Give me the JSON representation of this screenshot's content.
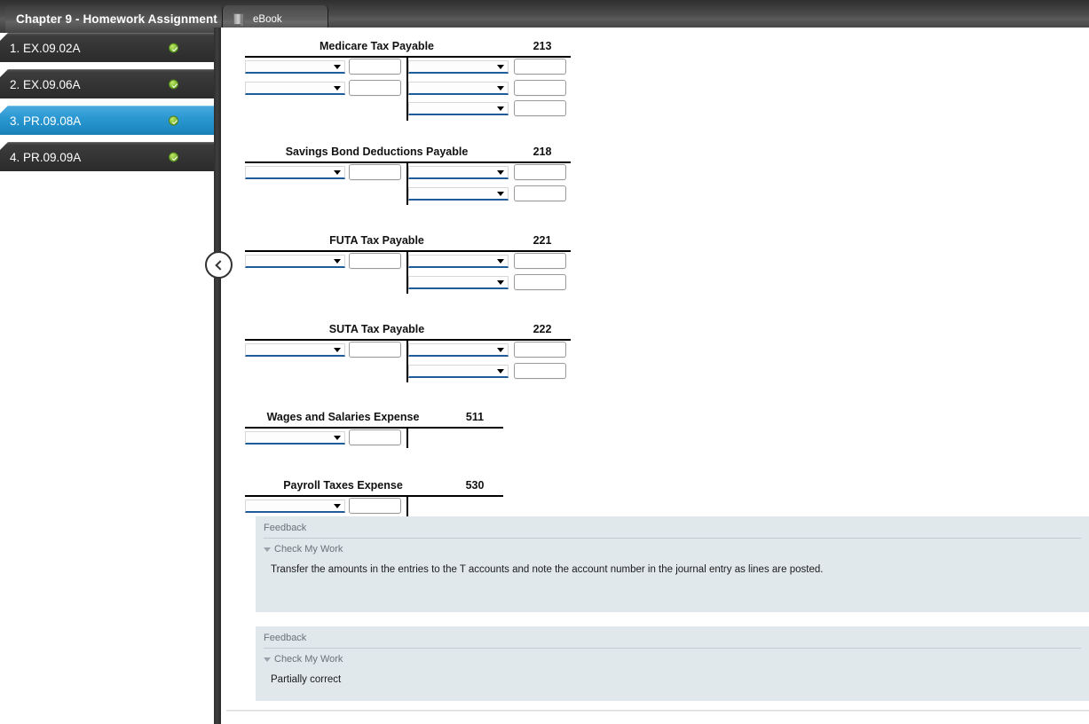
{
  "header": {
    "title": "Chapter 9 - Homework Assignment :",
    "ebook_tab": "eBook",
    "book_icon": "book-icon"
  },
  "sidebar": {
    "items": [
      {
        "label": "1. EX.09.02A",
        "status": "complete",
        "active": false
      },
      {
        "label": "2. EX.09.06A",
        "status": "complete",
        "active": false
      },
      {
        "label": "3. PR.09.08A",
        "status": "complete",
        "active": true
      },
      {
        "label": "4. PR.09.09A",
        "status": "complete",
        "active": false
      }
    ],
    "collapse_icon": "chevron-left-icon"
  },
  "accounts": [
    {
      "title": "Medicare Tax Payable",
      "number": "213",
      "left_rows": 2,
      "right_rows": 3
    },
    {
      "title": "Savings Bond Deductions Payable",
      "number": "218",
      "left_rows": 1,
      "right_rows": 2
    },
    {
      "title": "FUTA Tax Payable",
      "number": "221",
      "left_rows": 1,
      "right_rows": 2
    },
    {
      "title": "SUTA Tax Payable",
      "number": "222",
      "left_rows": 1,
      "right_rows": 2
    },
    {
      "title": "Wages and Salaries Expense",
      "number": "511",
      "left_rows": 1,
      "right_rows": 0
    },
    {
      "title": "Payroll Taxes Expense",
      "number": "530",
      "left_rows": 1,
      "right_rows": 0
    }
  ],
  "dropdown": {
    "value": "",
    "caret_icon": "chevron-down-icon"
  },
  "amount": {
    "value": ""
  },
  "feedback": [
    {
      "label": "Feedback",
      "check_my_work": "Check My Work",
      "body": "Transfer the amounts in the entries to the T accounts and note the account number in the journal entry as lines are posted."
    },
    {
      "label": "Feedback",
      "check_my_work": "Check My Work",
      "body": "Partially correct"
    }
  ],
  "colors": {
    "accent_blue": "#2e9ad4",
    "dropdown_underline": "#1f5c99",
    "status_green": "#8ec63f",
    "feedback_bg": "#e1e8ec",
    "chrome_dark": "#3a3a3a"
  }
}
